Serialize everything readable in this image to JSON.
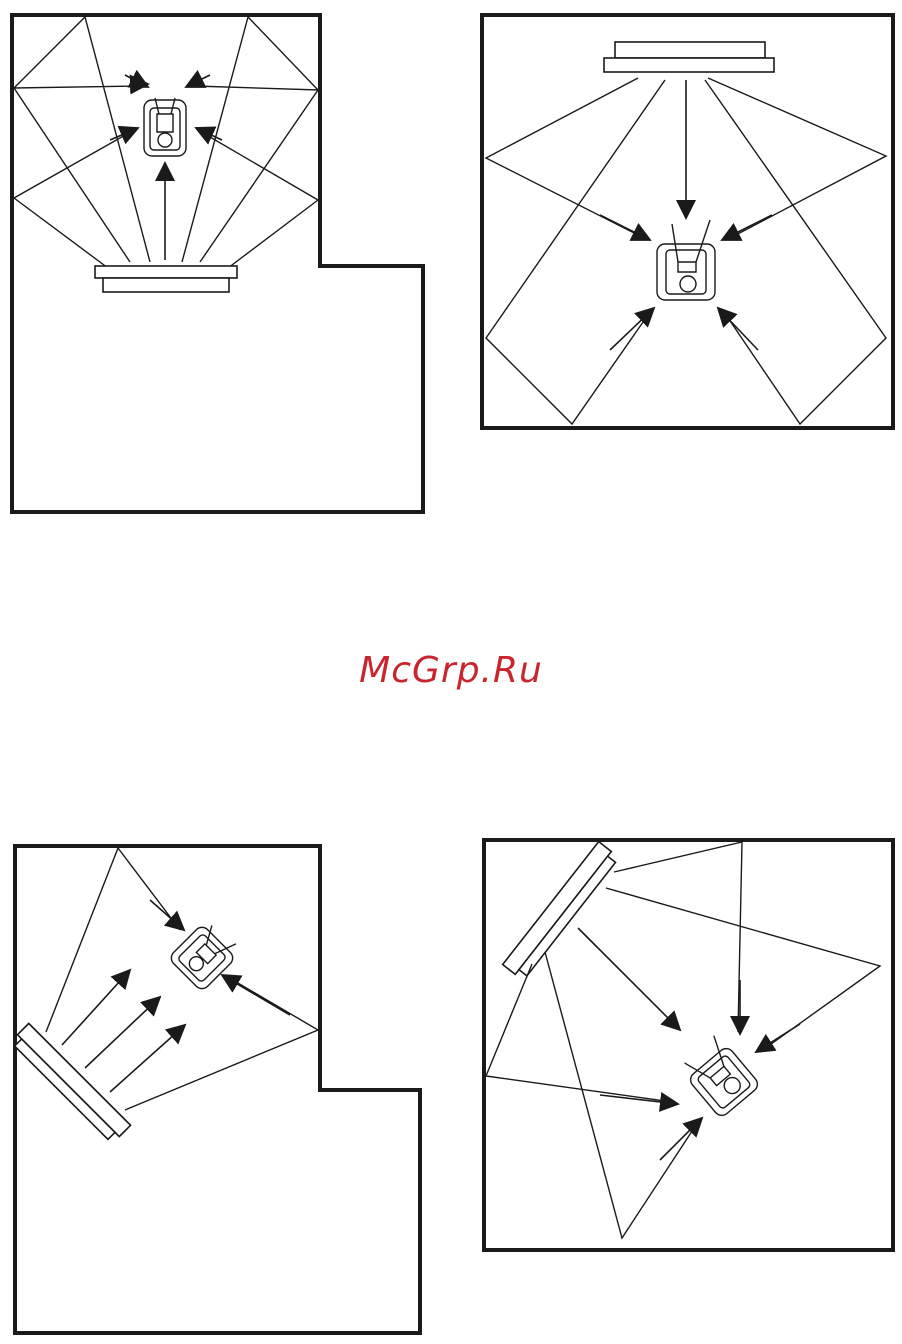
{
  "watermark": {
    "text": "McGrp.Ru",
    "color": "#c8262c"
  },
  "colors": {
    "line": "#1a1a1a",
    "background": "#ffffff"
  },
  "panels": [
    {
      "name": "l-shaped-room-center-speaker"
    },
    {
      "name": "square-room-top-speaker"
    },
    {
      "name": "l-shaped-room-corner-speaker"
    },
    {
      "name": "square-room-angled-speaker"
    }
  ]
}
